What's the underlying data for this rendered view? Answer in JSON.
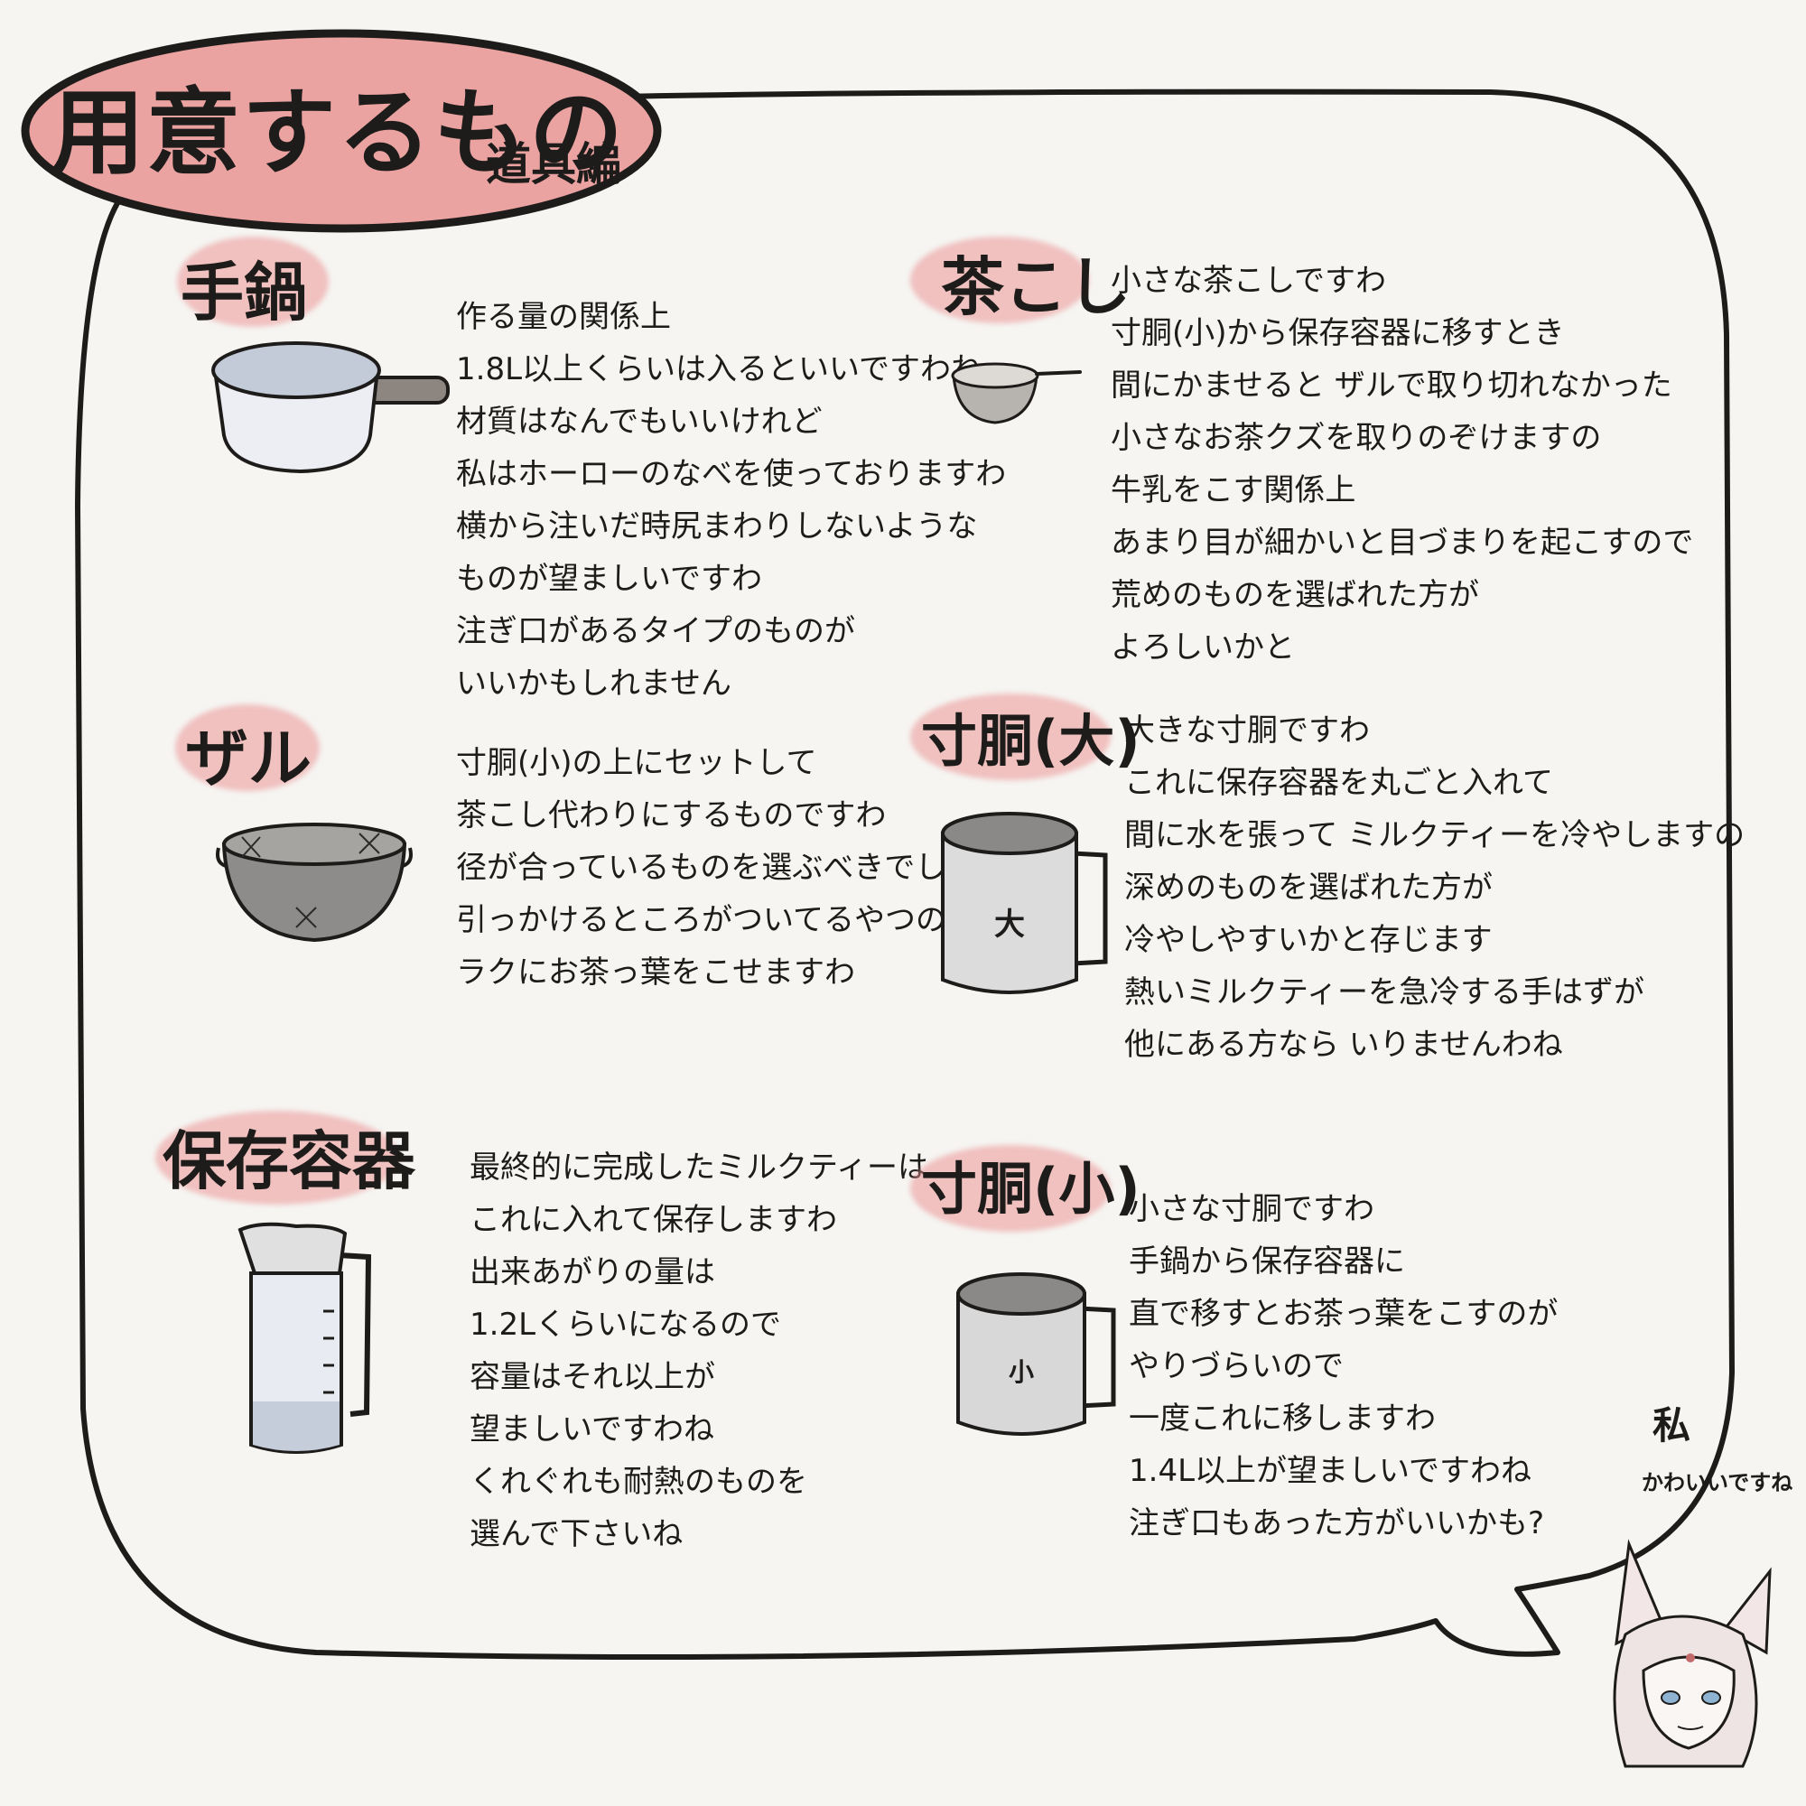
{
  "title": {
    "main": "用意するもの",
    "sub": "道具編"
  },
  "sections": [
    {
      "label": "手鍋",
      "lines": [
        "作る量の関係上",
        "1.8L以上くらいは入るといいですわね",
        "材質はなんでもいいけれど",
        "私はホーローのなべを使っておりますわ",
        "横から注いだ時尻まわりしないような",
        "ものが望ましいですわ",
        "注ぎ口があるタイプのものが",
        "いいかもしれません"
      ]
    },
    {
      "label": "茶こし",
      "lines": [
        "小さな茶こしですわ",
        "寸胴(小)から保存容器に移すとき",
        "間にかませると ザルで取り切れなかった",
        "小さなお茶クズを取りのぞけますの",
        "牛乳をこす関係上",
        "あまり目が細かいと目づまりを起こすので",
        "荒めのものを選ばれた方が",
        "よろしいかと"
      ]
    },
    {
      "label": "ザル",
      "lines": [
        "寸胴(小)の上にセットして",
        "茶こし代わりにするものですわ",
        "径が合っているものを選ぶべきでしょうね",
        "引っかけるところがついてるやつの方が",
        "ラクにお茶っ葉をこせますわ"
      ]
    },
    {
      "label": "寸胴(大)",
      "lines": [
        "大きな寸胴ですわ",
        "これに保存容器を丸ごと入れて",
        "間に水を張って ミルクティーを冷やしますの",
        "深めのものを選ばれた方が",
        "冷やしやすいかと存じます",
        "熱いミルクティーを急冷する手はずが",
        "他にある方なら いりませんわね"
      ]
    },
    {
      "label": "保存容器",
      "lines": [
        "最終的に完成したミルクティーは",
        "これに入れて保存しますわ",
        "出来あがりの量は",
        "1.2Lくらいになるので",
        "容量はそれ以上が",
        "望ましいですわね",
        "くれぐれも耐熱のものを",
        "選んで下さいね"
      ]
    },
    {
      "label": "寸胴(小)",
      "lines": [
        "小さな寸胴ですわ",
        "手鍋から保存容器に",
        "直で移すとお茶っ葉をこすのが",
        "やりづらいので",
        "一度これに移しますわ",
        "1.4L以上が望ましいですわね",
        "注ぎ口もあった方がいいかも?"
      ]
    }
  ],
  "pot_labels": {
    "large": "大",
    "small": "小"
  },
  "character": {
    "label": "私",
    "caption": "かわいいですね"
  },
  "colors": {
    "accent": "#e9a0a0",
    "ink": "#1e1c1a",
    "paper": "#f6f5f2"
  }
}
